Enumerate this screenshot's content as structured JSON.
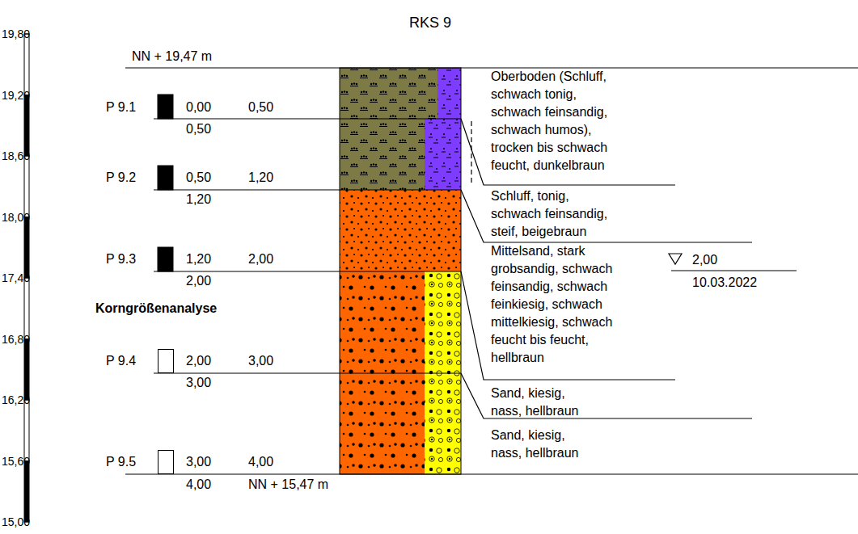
{
  "diagram": {
    "title": "RKS 9",
    "labels": [
      "19,80",
      "19,20",
      "18,60",
      "18,00",
      "17,40",
      "16,80",
      "16,20",
      "15,60",
      "15,00",
      "NN + 19,47 m",
      "P 9.1",
      "0,00",
      "0,50",
      "0,50",
      "P 9.2",
      "0,50",
      "1,20",
      "1,20",
      "P 9.3",
      "1,20",
      "2,00",
      "2,00",
      "Korngrößenanalyse",
      "P 9.4",
      "2,00",
      "3,00",
      "3,00",
      "P 9.5",
      "3,00",
      "4,00",
      "4,00",
      "NN + 15,47 m",
      "Oberboden (Schluff, schwach tonig, schwach feinsandig, schwach humos), trocken bis schwach feucht, dunkelbraun",
      "Schluff, tonig, schwach feinsandig, steif, beigebraun",
      "Mittelsand, stark grobsandig, schwach feinsandig, schwach feinkiesig, schwach mittelkiesig, schwach feucht bis feucht, hellbraun",
      "Sand, kiesig, nass, hellbraun",
      "Sand, kiesig, nass, hellbraun",
      "2,00",
      "10.03.2022"
    ]
  }
}
